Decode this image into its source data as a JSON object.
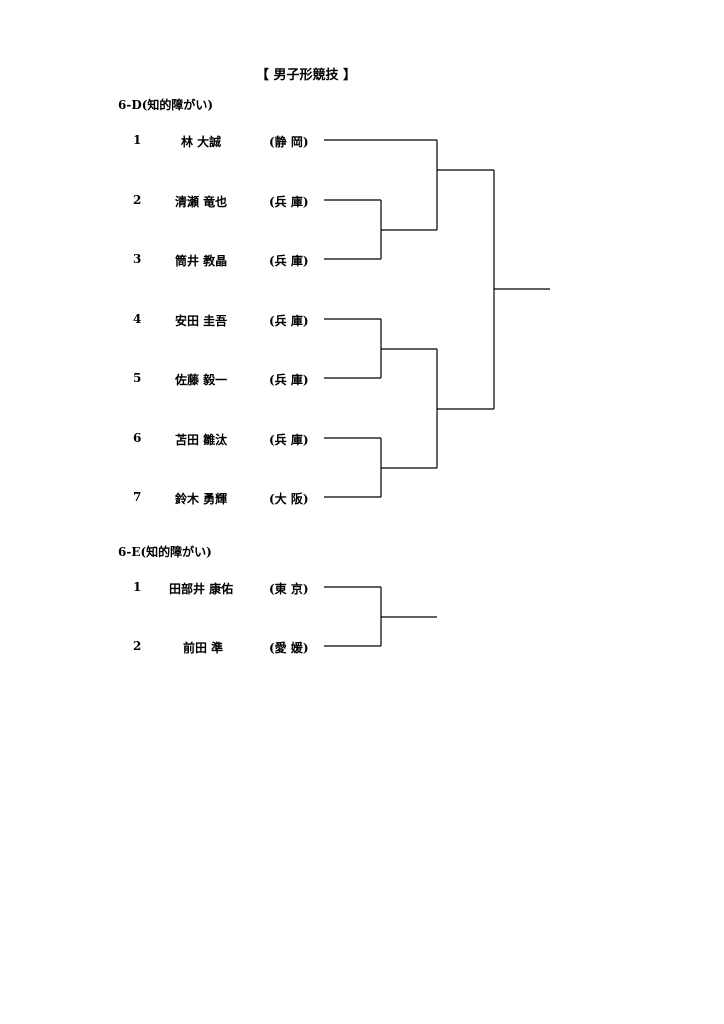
{
  "title": "【 男子形競技 】",
  "sections": [
    {
      "label": "6-D(知的障がい)",
      "entries": [
        {
          "seed": "1",
          "name": "林 大誠",
          "pref": "(静 岡)"
        },
        {
          "seed": "2",
          "name": "清瀬 竜也",
          "pref": "(兵 庫)"
        },
        {
          "seed": "3",
          "name": "筒井 教晶",
          "pref": "(兵 庫)"
        },
        {
          "seed": "4",
          "name": "安田 圭吾",
          "pref": "(兵 庫)"
        },
        {
          "seed": "5",
          "name": "佐藤 毅一",
          "pref": "(兵 庫)"
        },
        {
          "seed": "6",
          "name": "苫田 雛汰",
          "pref": "(兵 庫)"
        },
        {
          "seed": "7",
          "name": "鈴木 勇輝",
          "pref": "(大 阪)"
        }
      ]
    },
    {
      "label": "6-E(知的障がい)",
      "entries": [
        {
          "seed": "1",
          "name": "田部井 康佑",
          "pref": "(東 京)"
        },
        {
          "seed": "2",
          "name": "前田 準",
          "pref": "(愛 媛)"
        }
      ]
    }
  ]
}
